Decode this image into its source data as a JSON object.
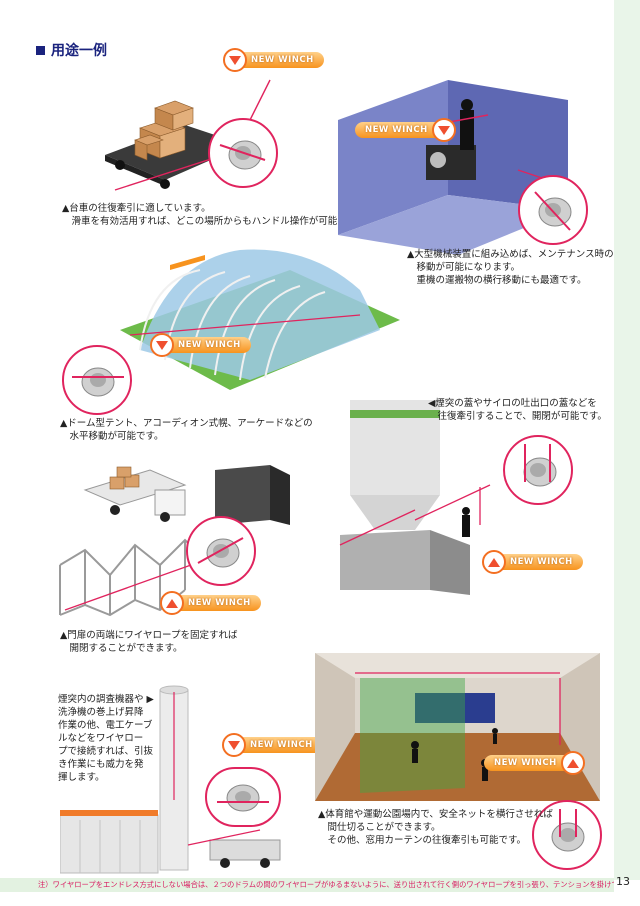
{
  "section_title": "用途一例",
  "badge_label": "NEW WINCH",
  "captions": {
    "cart": [
      "▲台車の往復牽引に適しています。",
      "　滑車を有効活用すれば、どこの場所からもハンドル操作が可能です。"
    ],
    "machine": [
      "▲大型機械装置に組み込めば、メンテナンス時の",
      "　移動が可能になります。",
      "　重機の運搬物の横行移動にも最適です。"
    ],
    "dome": [
      "▲ドーム型テント、アコーディオン式幌、アーケードなどの",
      "　水平移動が可能です。"
    ],
    "chimney_lid": [
      "◀煙突の蓋やサイロの吐出口の蓋などを",
      "　往復牽引することで、開閉が可能です。"
    ],
    "gate": [
      "▲門扉の両端にワイヤロープを固定すれば",
      "　開閉することができます。"
    ],
    "chimney_inspect": [
      "煙突内の調査機器や ▶",
      "洗浄機の巻上げ昇降",
      "作業の他、電工ケーブ",
      "ルなどをワイヤロー",
      "プで接続すれば、引抜",
      "き作業にも威力を発",
      "揮します。"
    ],
    "gym": [
      "▲体育館や運動公園場内で、安全ネットを横行させれば",
      "　間仕切ることができます。",
      "　その他、窓用カーテンの往復牽引も可能です。"
    ]
  },
  "footer_note": "注）ワイヤロープをエンドレス方式にしない場合は、２つのドラムの間のワイヤロープがゆるまないように、送り出されて行く側のワイヤロープを引っ張り、テンションを掛けてください。",
  "page_number": "13",
  "colors": {
    "accent": "#f7931e",
    "wire": "#e0245e",
    "heading": "#1a237e"
  },
  "icons": [
    "arrow-down-icon",
    "arrow-up-icon"
  ]
}
